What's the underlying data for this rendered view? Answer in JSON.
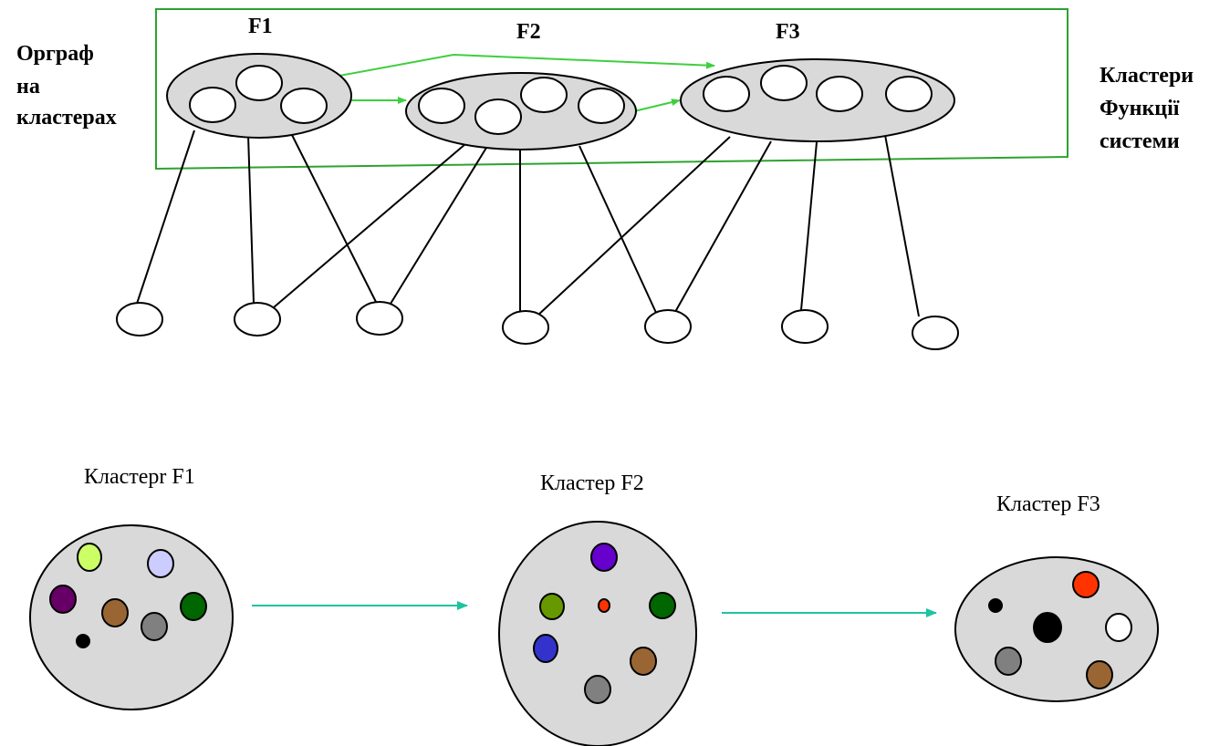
{
  "labels": {
    "orgraph_line1": "Орграф",
    "orgraph_line2": "на",
    "orgraph_line3": "кластерах",
    "clusters_line1": "Кластери",
    "clusters_line2": "Функції",
    "clusters_line3": "системи",
    "f1": "F1",
    "f2": "F2",
    "f3": "F3",
    "cluster_f1_title": "Кластерr F1",
    "cluster_f2_title": "Кластер F2",
    "cluster_f3_title": "Кластер F3"
  },
  "colors": {
    "frame": "#2ea22e",
    "top_arrow": "#3ecf3e",
    "bottom_arrow": "#1cc4a0",
    "cluster_fill": "#d9d9d9",
    "outline": "#000000"
  },
  "cluster_f1_dots": [
    "#ccff66",
    "#ccccff",
    "#660066",
    "#996633",
    "#006600",
    "#808080",
    "#000000"
  ],
  "cluster_f2_dots": [
    "#6600cc",
    "#669900",
    "#ff3300",
    "#006600",
    "#3333cc",
    "#996633",
    "#808080"
  ],
  "cluster_f3_dots": [
    "#ff3300",
    "#000000",
    "#000000",
    "#ffffff",
    "#808080",
    "#996633"
  ]
}
